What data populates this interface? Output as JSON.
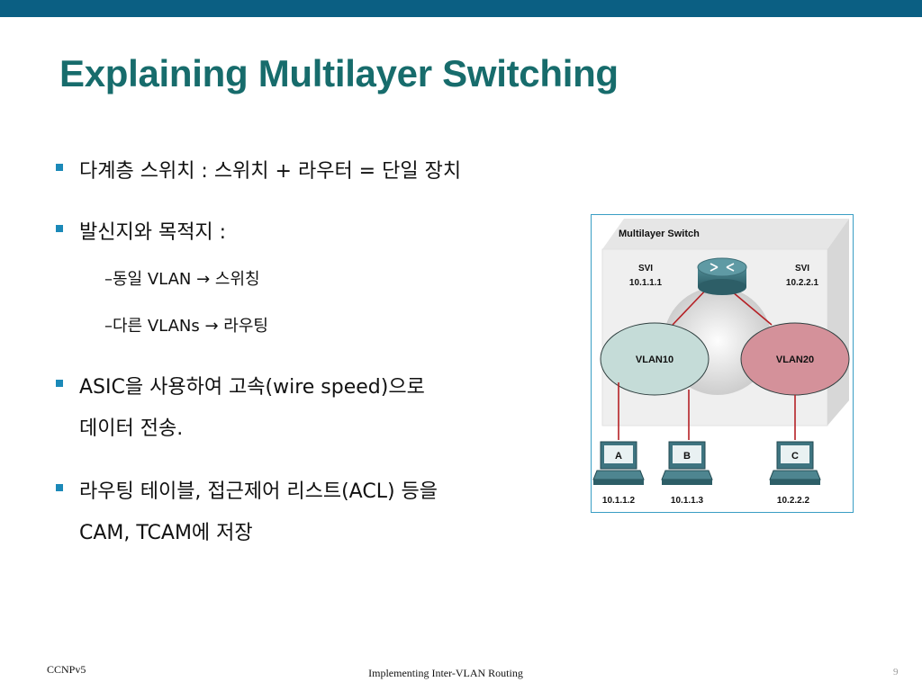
{
  "slide": {
    "title": "Explaining Multilayer Switching",
    "bullets": [
      {
        "text": "다계층 스위치 : 스위치 + 라우터 = 단일 장치"
      },
      {
        "text": "발신지와 목적지 :"
      },
      {
        "text": "ASIC을 사용하여 고속(wire speed)으로",
        "text2": "데이터 전송."
      },
      {
        "text": "라우팅 테이블, 접근제어 리스트(ACL) 등을",
        "text2": "CAM, TCAM에 저장"
      }
    ],
    "subitems": [
      {
        "text": "–동일 VLAN → 스위칭"
      },
      {
        "text": "–다른 VLANs → 라우팅"
      }
    ]
  },
  "diagram": {
    "title": "Multilayer Switch",
    "svi_left": {
      "label": "SVI",
      "ip": "10.1.1.1"
    },
    "svi_right": {
      "label": "SVI",
      "ip": "10.2.2.1"
    },
    "vlan_left": {
      "label": "VLAN10",
      "color": "#c5dcd8"
    },
    "vlan_right": {
      "label": "VLAN20",
      "color": "#d4919a"
    },
    "hosts": [
      {
        "label": "A",
        "ip": "10.1.1.2"
      },
      {
        "label": "B",
        "ip": "10.1.1.3"
      },
      {
        "label": "C",
        "ip": "10.2.2.2"
      }
    ],
    "link_color": "#b52025"
  },
  "footer": {
    "left": "CCNPv5",
    "center": "Implementing Inter-VLAN Routing",
    "page": "9"
  }
}
